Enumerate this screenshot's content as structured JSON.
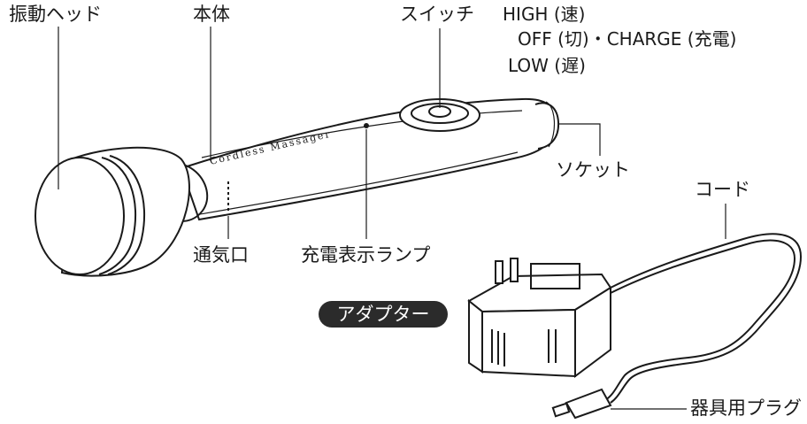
{
  "labels": {
    "head": "振動ヘッド",
    "body": "本体",
    "switch": "スイッチ",
    "high": "HIGH (速)",
    "off_charge": "OFF (切)・CHARGE (充電)",
    "low": "LOW (遅)",
    "socket": "ソケット",
    "cord": "コード",
    "vent": "通気口",
    "charge_lamp": "充電表示ランプ",
    "adapter": "アダプター",
    "plug": "器具用プラグ"
  },
  "product_text": "Cordless Massager",
  "colors": {
    "line": "#1a1a1a",
    "badge_bg": "#2b2b2b",
    "badge_text": "#ffffff"
  }
}
